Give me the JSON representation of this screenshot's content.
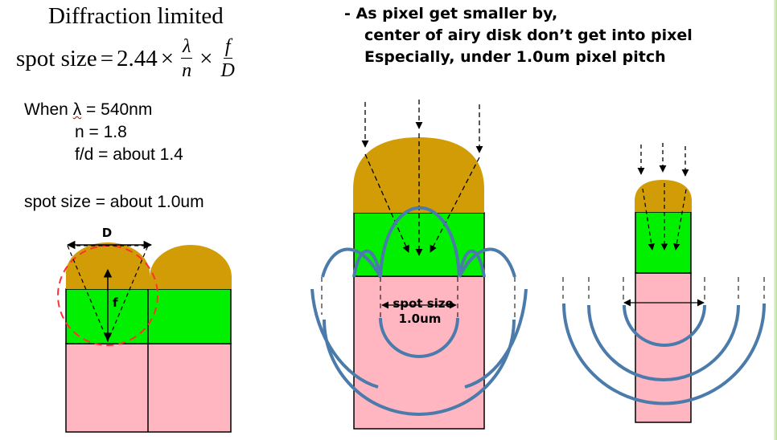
{
  "formula": {
    "title": "Diffraction limited",
    "lhs": "spot size",
    "eq": "=",
    "coef": "2.44",
    "times1": "×",
    "frac1_num": "λ",
    "frac1_den": "n",
    "times2": "×",
    "frac2_num": "f",
    "frac2_den": "D"
  },
  "bullets": [
    "- As pixel get smaller by,",
    "center of airy disk don’t get into pixel",
    "Especially, under 1.0um pixel pitch"
  ],
  "conditions": {
    "when": "When",
    "lambda": "λ",
    "lambda_value": "= 540nm",
    "n": "n = 1.8",
    "fd": "f/d = about 1.4",
    "spot": "spot size = about 1.0um"
  },
  "labels": {
    "D": "D",
    "f": "f",
    "spot_size": "spot size",
    "spot_value": "1.0um"
  },
  "colors": {
    "lens": "#d19c06",
    "filter": "#00f000",
    "photodiode": "#ffb6c1",
    "wave": "#4a7bab",
    "circle": "#ff3030"
  }
}
